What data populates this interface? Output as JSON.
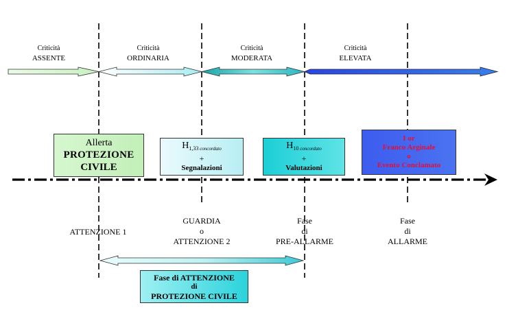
{
  "criticita": [
    {
      "l1": "Criticità",
      "l2": "ASSENTE"
    },
    {
      "l1": "Criticità",
      "l2": "ORDINARIA"
    },
    {
      "l1": "Criticità",
      "l2": "MODERATA"
    },
    {
      "l1": "Criticità",
      "l2": "ELEVATA"
    }
  ],
  "boxes": {
    "allerta": {
      "l1": "Allerta",
      "l2": "PROTEZIONE",
      "l3": "CIVILE"
    },
    "h133": {
      "h": "H",
      "sub_num": "1,33",
      "sub_txt": " concordato",
      "plus": "+",
      "l3": "Segnalazioni"
    },
    "h10": {
      "h": "H",
      "sub_num": "10",
      "sub_txt": " concordato",
      "plus": "+",
      "l3": "Valutazioni"
    },
    "allarme": {
      "l1": "I or",
      "l2": "Franco Arginale",
      "l3": "o",
      "l4": "Evento Conclamato"
    }
  },
  "phases": {
    "attenzione1": {
      "l1": "ATTENZIONE 1"
    },
    "guardia": {
      "l1": "GUARDIA",
      "l2": "o",
      "l3": "ATTENZIONE 2"
    },
    "preallarme": {
      "l1": "Fase",
      "l2": "di",
      "l3": "PRE-ALLARME"
    },
    "allarme": {
      "l1": "Fase",
      "l2": "di",
      "l3": "ALLARME"
    }
  },
  "fase_attenzione": {
    "l1": "Fase di ATTENZIONE",
    "l2": "di",
    "l3": "PROTEZIONE CIVILE"
  },
  "colors": {
    "assente": "#d8f5d8",
    "ordinaria": "#c8f4f8",
    "moderata": "#2bbfc0",
    "elevata": "#2e57e6",
    "allarme_text": "#e0103a"
  }
}
